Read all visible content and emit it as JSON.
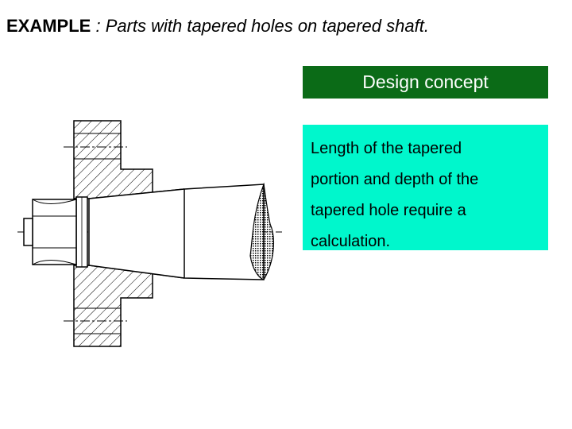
{
  "title": {
    "bold_part": "EXAMPLE",
    "rest": " : Parts with tapered holes on tapered shaft."
  },
  "design_box": {
    "label": "Design  concept"
  },
  "description": {
    "lines": [
      "Length of the tapered",
      "portion and depth of the",
      "tapered hole require a",
      "calculation."
    ]
  },
  "colors": {
    "design_bg": "#0b6b17",
    "description_bg": "#00f7cc",
    "drawing_ink": "#000000"
  }
}
